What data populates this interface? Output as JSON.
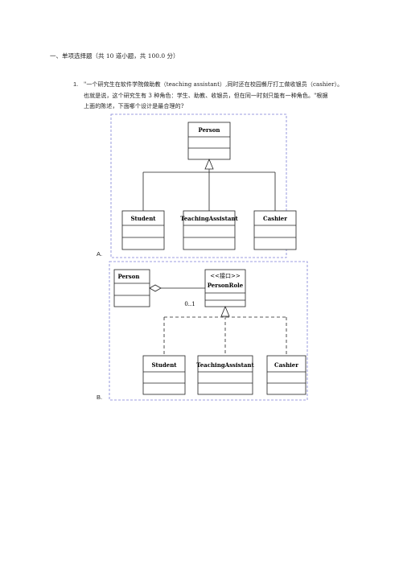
{
  "section": {
    "title": "一、单项选择题（共 10 道小题，共 100.0 分）"
  },
  "question": {
    "number": "1.",
    "lines": [
      "\"一个研究生在软件学院做助教（teaching assistant）,同时还在校园餐厅打工做收银员（cashier）。",
      "也就是说，这个研究生有 3 种角色：学生、助教、收银员，但在同一时刻只能有一种角色。\"根据",
      "上面的陈述，下面哪个设计是最合理的?"
    ]
  },
  "option_a": {
    "label": "A.",
    "superclass": "Person",
    "subclasses": [
      "Student",
      "TeachingAssistant",
      "Cashier"
    ]
  },
  "option_b": {
    "label": "B.",
    "person": "Person",
    "stereotype": "<<接口>>",
    "interface": "PersonRole",
    "multiplicity": "0..1",
    "implementations": [
      "Student",
      "TeachingAssistant",
      "Cashier"
    ]
  }
}
